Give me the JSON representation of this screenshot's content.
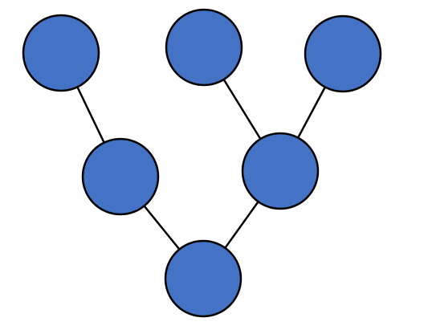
{
  "diagram": {
    "type": "tree",
    "node_fill": "#4472C4",
    "node_stroke": "#000000",
    "edge_color": "#000000",
    "background": "#ffffff",
    "nodes": [
      {
        "id": "root"
      },
      {
        "id": "mid-left"
      },
      {
        "id": "mid-right"
      },
      {
        "id": "leaf-left"
      },
      {
        "id": "leaf-center"
      },
      {
        "id": "leaf-right"
      }
    ],
    "edges": [
      {
        "from": "root",
        "to": "mid-left"
      },
      {
        "from": "root",
        "to": "mid-right"
      },
      {
        "from": "mid-left",
        "to": "leaf-left"
      },
      {
        "from": "mid-right",
        "to": "leaf-center"
      },
      {
        "from": "mid-right",
        "to": "leaf-right"
      }
    ]
  }
}
